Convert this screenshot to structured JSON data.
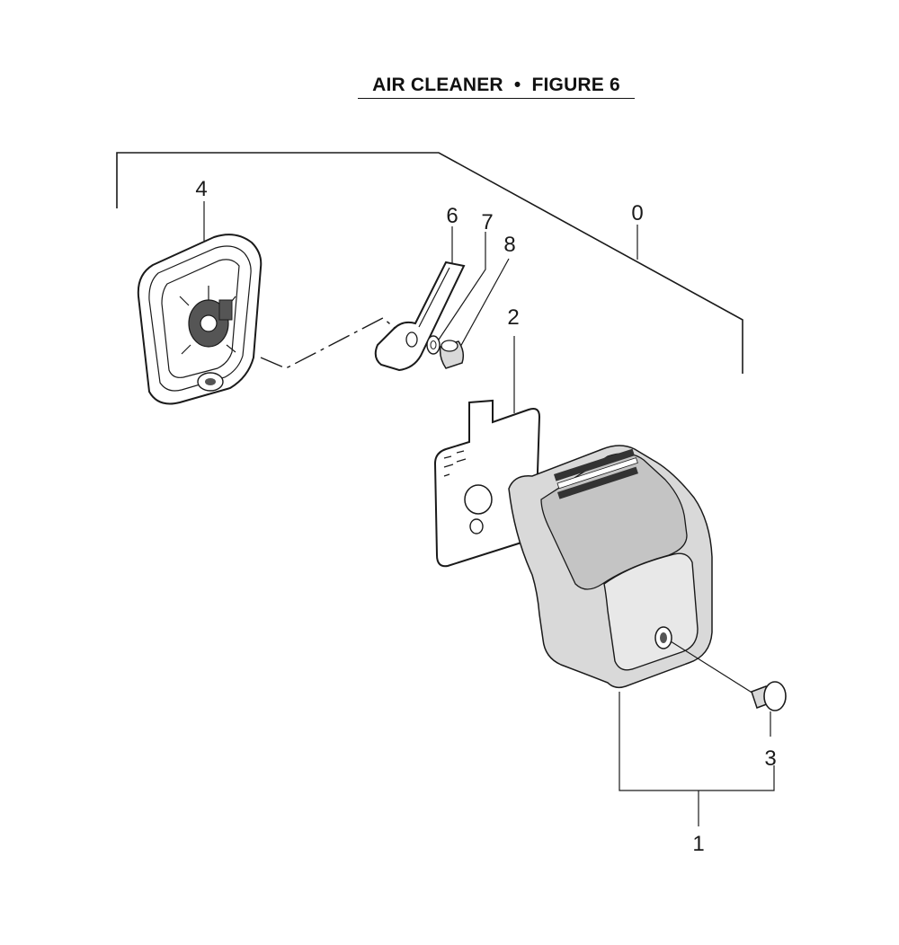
{
  "figure": {
    "title": "AIR CLEANER  •  FIGURE 6"
  },
  "parts": [
    {
      "id": "part-0",
      "label": "0"
    },
    {
      "id": "part-1",
      "label": "1"
    },
    {
      "id": "part-2",
      "label": "2"
    },
    {
      "id": "part-3",
      "label": "3"
    },
    {
      "id": "part-4",
      "label": "4"
    },
    {
      "id": "part-6",
      "label": "6"
    },
    {
      "id": "part-7",
      "label": "7"
    },
    {
      "id": "part-8",
      "label": "8"
    }
  ]
}
